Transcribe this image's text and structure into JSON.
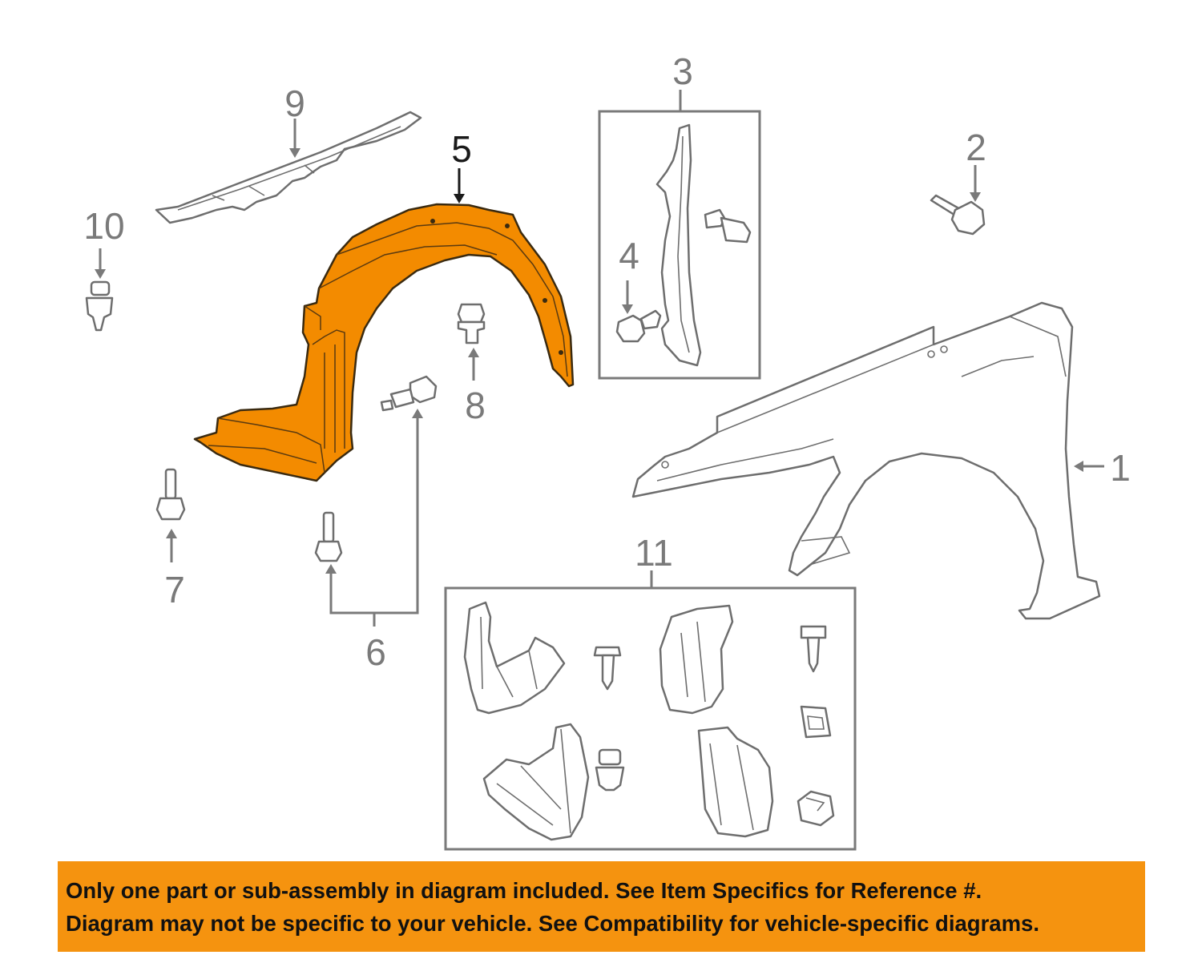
{
  "callouts": {
    "c1": "1",
    "c2": "2",
    "c3": "3",
    "c4": "4",
    "c5": "5",
    "c6": "6",
    "c7": "7",
    "c8": "8",
    "c9": "9",
    "c10": "10",
    "c11": "11"
  },
  "highlighted_part": "5",
  "colors": {
    "highlight_fill": "#f38b00",
    "banner_background": "#f5930f",
    "line_art": "#6e6e6e"
  },
  "disclaimer": {
    "line1": "Only one part or sub-assembly in diagram included. See Item Specifics for Reference #.",
    "line2": "Diagram may not be specific to your vehicle. See Compatibility for vehicle-specific diagrams."
  }
}
